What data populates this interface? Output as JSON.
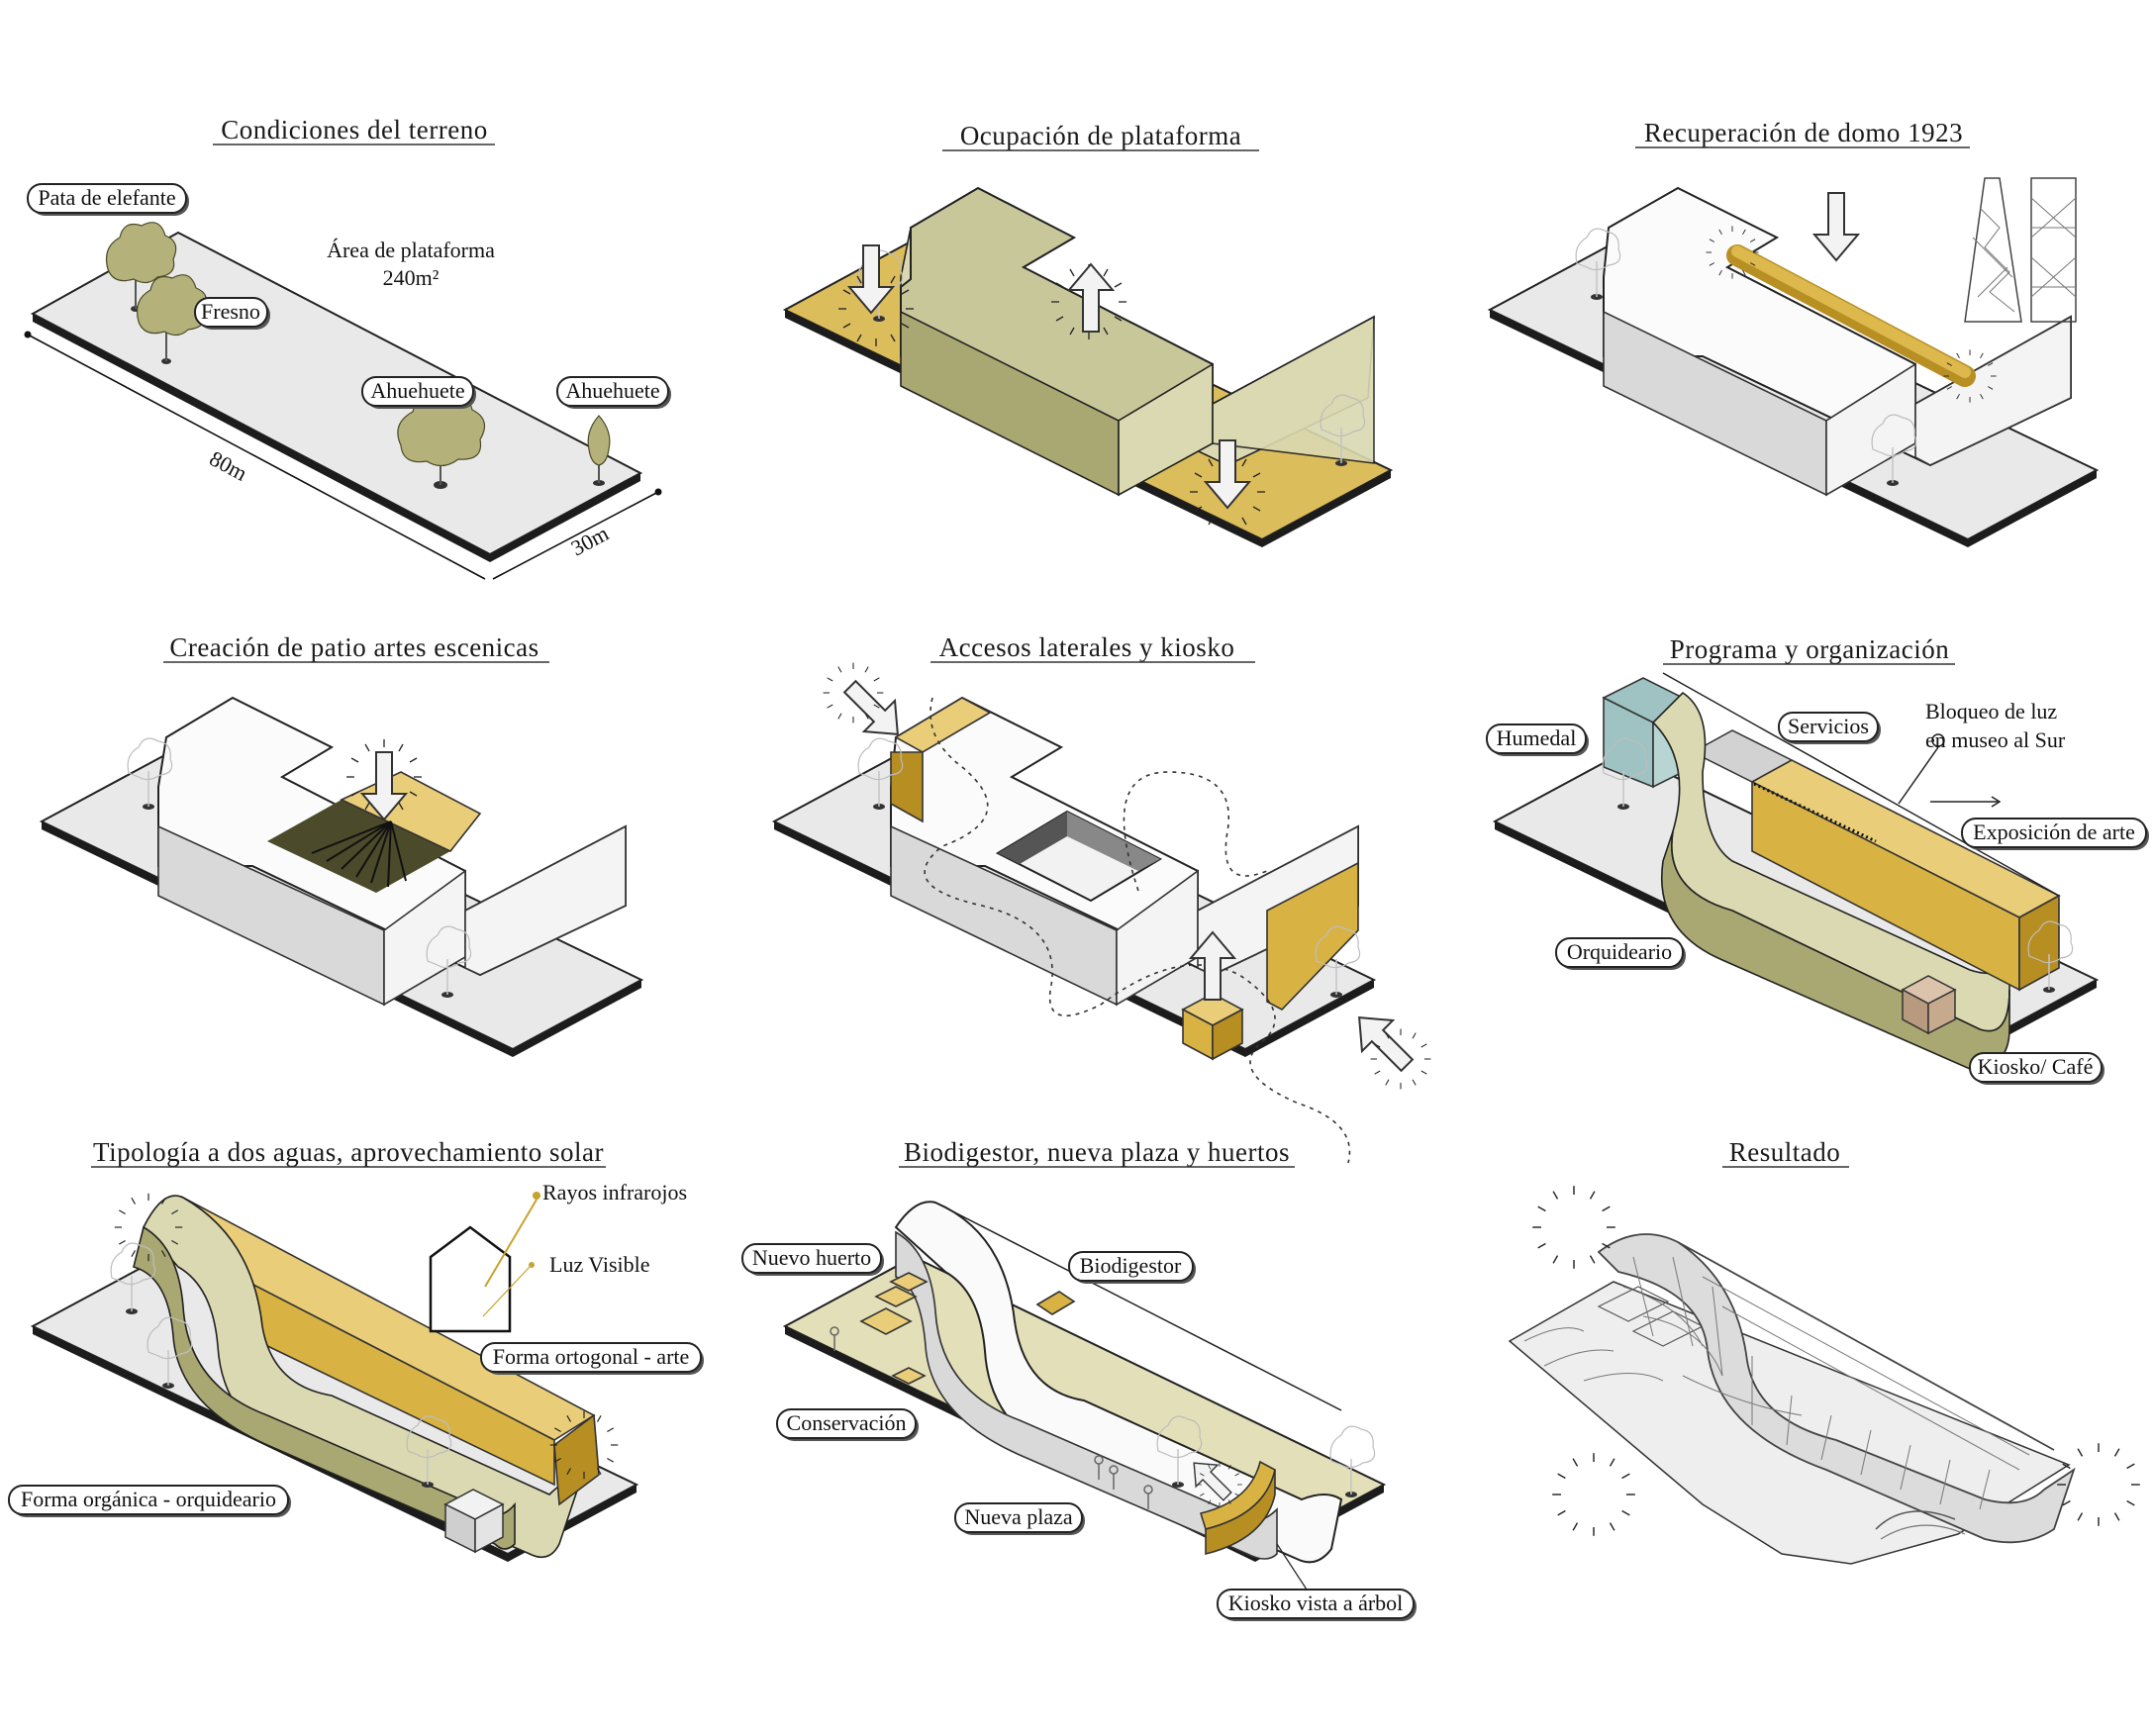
{
  "panels": [
    {
      "title": "Condiciones del terreno",
      "labels": {
        "tree1": "Pata de elefante",
        "tree2": "Fresno",
        "tree3": "Ahuehuete",
        "tree4": "Ahuehuete"
      },
      "area_label": "Área de plataforma",
      "area_value": "240m²",
      "dim_length": "80m",
      "dim_width": "30m"
    },
    {
      "title": "Ocupación de plataforma"
    },
    {
      "title": "Recuperación de domo 1923"
    },
    {
      "title": "Creación de patio artes escenicas"
    },
    {
      "title": "Accesos laterales y kiosko"
    },
    {
      "title": "Programa y organización",
      "labels": {
        "humedal": "Humedal",
        "servicios": "Servicios",
        "bloqueo_1": "Bloqueo de luz",
        "bloqueo_2": "en museo al Sur",
        "exposicion": "Exposición de arte",
        "orquideario": "Orquideario",
        "kiosko": "Kiosko/ Café"
      }
    },
    {
      "title": "Tipología a dos aguas, aprovechamiento solar",
      "labels": {
        "rayos": "Rayos infrarojos",
        "luz": "Luz Visible",
        "ortogonal": "Forma ortogonal - arte",
        "organica": "Forma orgánica - orquideario"
      }
    },
    {
      "title": "Biodigestor, nueva plaza y huertos",
      "labels": {
        "huerto": "Nuevo huerto",
        "biodigestor": "Biodigestor",
        "conservacion": "Conservación",
        "plaza": "Nueva plaza",
        "kiosko_arbol": "Kiosko vista a árbol"
      }
    },
    {
      "title": "Resultado"
    }
  ],
  "colors": {
    "platform": "#e9e9e9",
    "olive": "#c8c79a",
    "gold": "#d8b344",
    "teal": "#9fc3c2",
    "kiosk_brown": "#c7a98e"
  }
}
